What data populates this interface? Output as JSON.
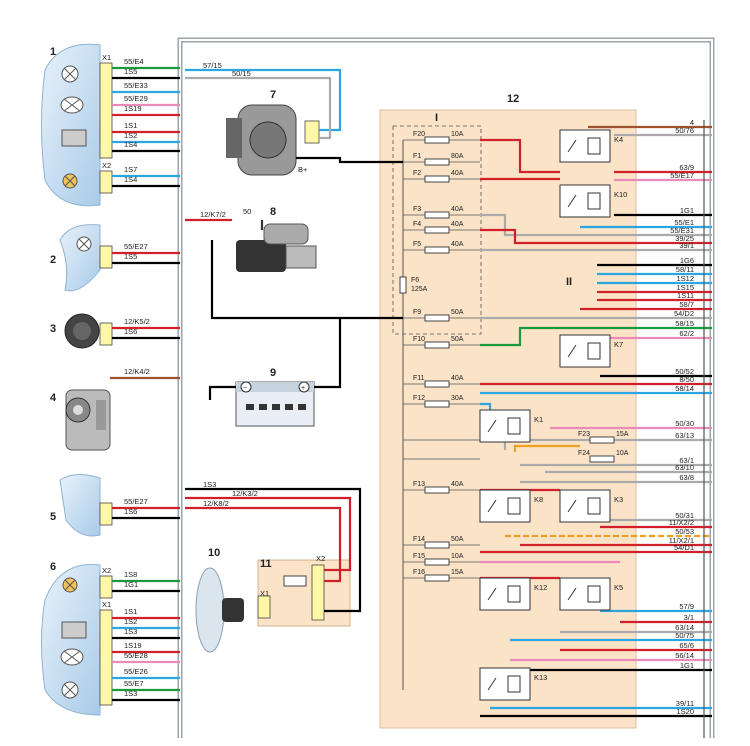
{
  "components": {
    "c1": "1",
    "c2": "2",
    "c3": "3",
    "c4": "4",
    "c5": "5",
    "c6": "6",
    "c7": "7",
    "c8": "8",
    "c9": "9",
    "c10": "10",
    "c11": "11",
    "c12": "12"
  },
  "connectors": {
    "x1": "X1",
    "x2": "X2",
    "blockI": "I",
    "blockII": "II"
  },
  "left_wires": [
    "55/E4",
    "1S5",
    "55/E33",
    "55/E29",
    "1S19",
    "1S1",
    "1S2",
    "1S4",
    "1S7",
    "1S4",
    "55/E27",
    "1S5",
    "12/K5/2",
    "1S6",
    "12/K4/2",
    "55/E27",
    "1S6",
    "1S8",
    "1G1",
    "1S1",
    "1S2",
    "1S3",
    "1S19",
    "55/E28",
    "55/E26",
    "55/E7",
    "1S3"
  ],
  "middle_wires": {
    "w57_15": "57/15",
    "w50_15": "50/15",
    "w12_k7_2": "12/K7/2",
    "w50": "50",
    "bplus": "B+",
    "w1s3": "1S3",
    "w12_k3_2": "12/K3/2",
    "w12_k8_2": "12/K8/2"
  },
  "fuses": [
    {
      "id": "F20",
      "rating": "10A"
    },
    {
      "id": "F1",
      "rating": "80A"
    },
    {
      "id": "F2",
      "rating": "40A"
    },
    {
      "id": "F3",
      "rating": "40A"
    },
    {
      "id": "F4",
      "rating": "40A"
    },
    {
      "id": "F5",
      "rating": "40A"
    },
    {
      "id": "F6",
      "rating": "125A"
    },
    {
      "id": "F9",
      "rating": "50A"
    },
    {
      "id": "F10",
      "rating": "50A"
    },
    {
      "id": "F11",
      "rating": "40A"
    },
    {
      "id": "F12",
      "rating": "30A"
    },
    {
      "id": "F23",
      "rating": "15A"
    },
    {
      "id": "F24",
      "rating": "10A"
    },
    {
      "id": "F13",
      "rating": "40A"
    },
    {
      "id": "F14",
      "rating": "50A"
    },
    {
      "id": "F15",
      "rating": "10A"
    },
    {
      "id": "F16",
      "rating": "15A"
    }
  ],
  "relays": [
    "K4",
    "K10",
    "K7",
    "K1",
    "K8",
    "K3",
    "K12",
    "K5",
    "K13"
  ],
  "right_wires": [
    "4",
    "50/76",
    "63/9",
    "55/E17",
    "1G1",
    "55/E1",
    "55/E31",
    "39/25",
    "39/1",
    "1G6",
    "58/11",
    "1S12",
    "1S15",
    "1S11",
    "58/7",
    "54/D2",
    "58/15",
    "62/2",
    "50/52",
    "8/50",
    "58/14",
    "50/30",
    "63/13",
    "63/1",
    "63/10",
    "63/8",
    "50/31",
    "11/X2/2",
    "50/53",
    "11/X2/1",
    "54/D1",
    "57/9",
    "3/1",
    "63/14",
    "50/75",
    "65/6",
    "56/14",
    "1G1",
    "39/11",
    "1S20"
  ]
}
